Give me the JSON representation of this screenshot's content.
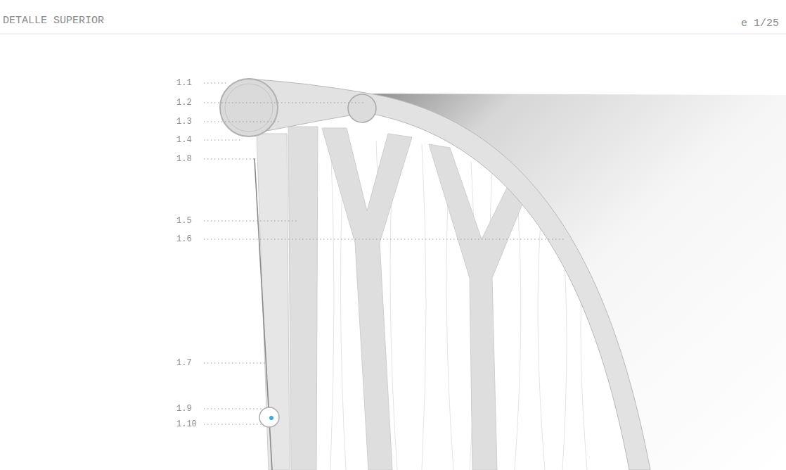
{
  "diagram": {
    "title": "DETALLE SUPERIOR",
    "labels": [
      "e 1/25",
      "1.1",
      "1.2",
      "1.3",
      "1.4",
      "1.8",
      "1.5",
      "1.6",
      "1.7",
      "1.9",
      "1.10"
    ]
  }
}
